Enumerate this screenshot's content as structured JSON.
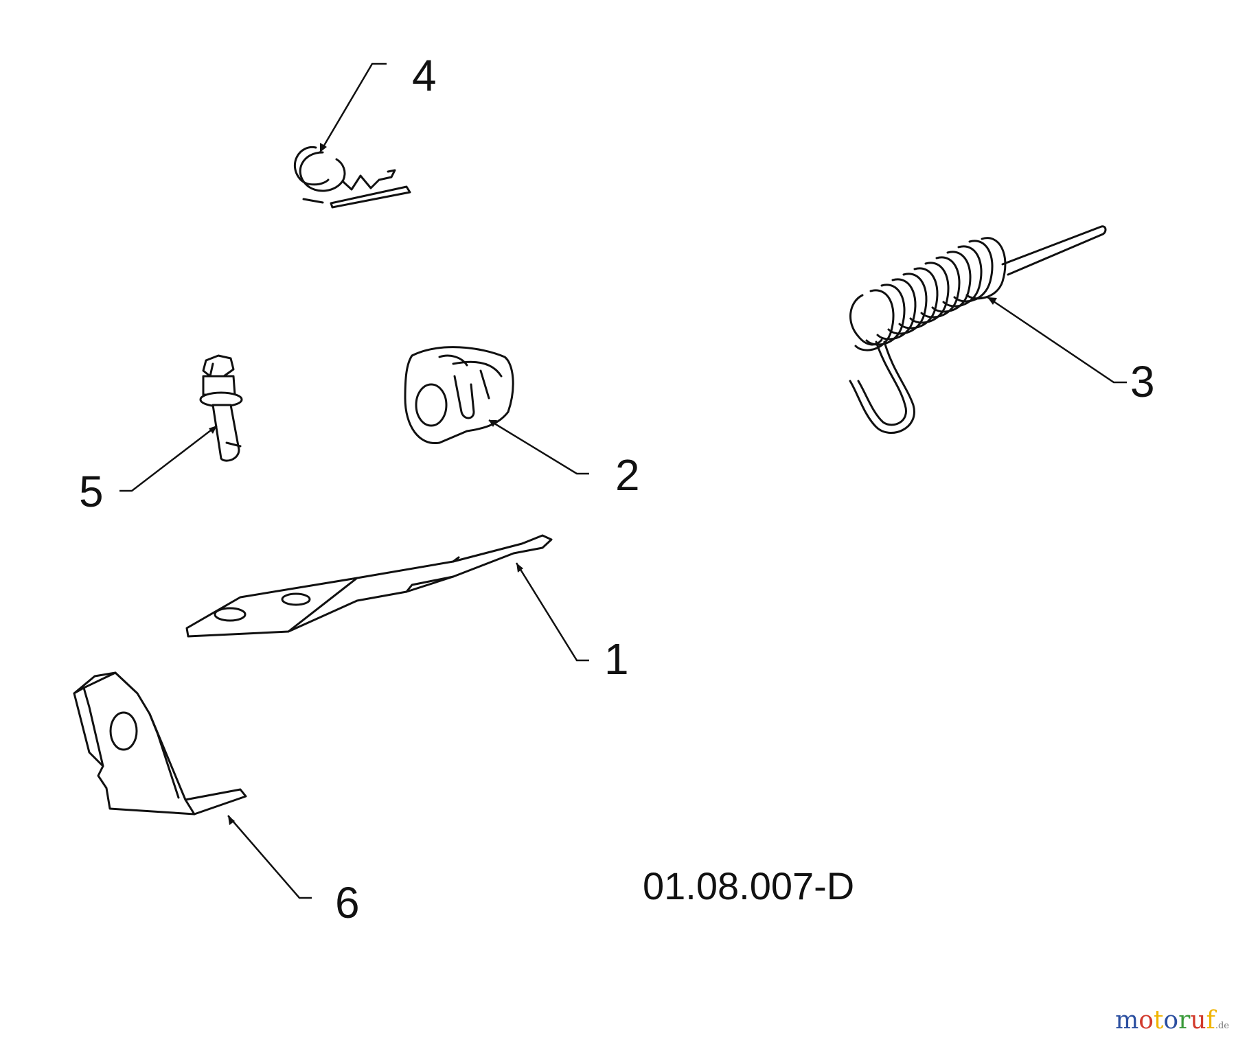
{
  "callouts": {
    "c1": "1",
    "c2": "2",
    "c3": "3",
    "c4": "4",
    "c5": "5",
    "c6": "6"
  },
  "figure_code": "01.08.007-D",
  "watermark": {
    "text": "motoruf",
    "suffix": ".de",
    "letter_colors": [
      "#2b4fa0",
      "#d23a2c",
      "#f0b400",
      "#2b4fa0",
      "#3a9a3a",
      "#d23a2c",
      "#f0b400"
    ]
  }
}
